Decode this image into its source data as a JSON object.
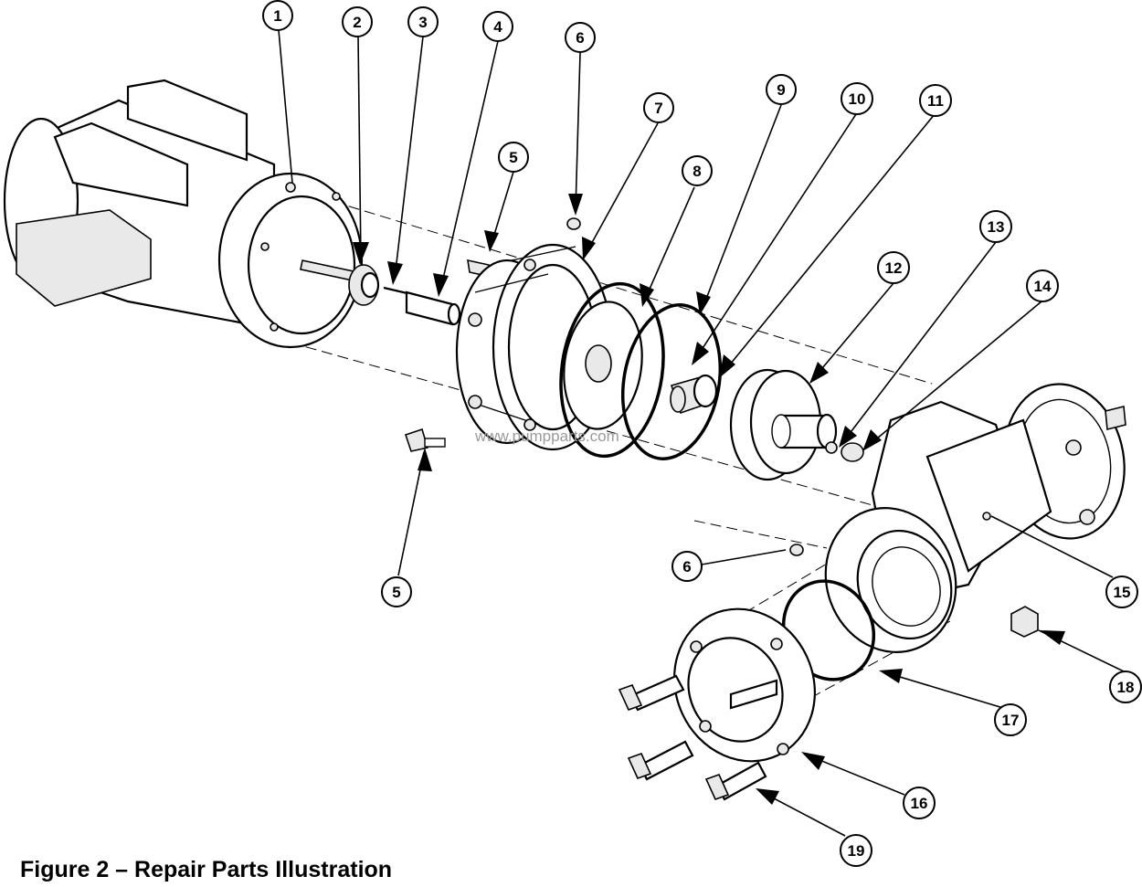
{
  "caption": "Figure 2 – Repair Parts Illustration",
  "watermark": "www.pumpparts.com",
  "callouts": [
    {
      "id": "callout-1",
      "label": "1"
    },
    {
      "id": "callout-2",
      "label": "2"
    },
    {
      "id": "callout-3",
      "label": "3"
    },
    {
      "id": "callout-4",
      "label": "4"
    },
    {
      "id": "callout-5-upper",
      "label": "5"
    },
    {
      "id": "callout-5-lower",
      "label": "5"
    },
    {
      "id": "callout-6-upper",
      "label": "6"
    },
    {
      "id": "callout-6-lower",
      "label": "6"
    },
    {
      "id": "callout-7",
      "label": "7"
    },
    {
      "id": "callout-8",
      "label": "8"
    },
    {
      "id": "callout-9",
      "label": "9"
    },
    {
      "id": "callout-10",
      "label": "10"
    },
    {
      "id": "callout-11",
      "label": "11"
    },
    {
      "id": "callout-12",
      "label": "12"
    },
    {
      "id": "callout-13",
      "label": "13"
    },
    {
      "id": "callout-14",
      "label": "14"
    },
    {
      "id": "callout-15",
      "label": "15"
    },
    {
      "id": "callout-16",
      "label": "16"
    },
    {
      "id": "callout-17",
      "label": "17"
    },
    {
      "id": "callout-18",
      "label": "18"
    },
    {
      "id": "callout-19",
      "label": "19"
    }
  ]
}
